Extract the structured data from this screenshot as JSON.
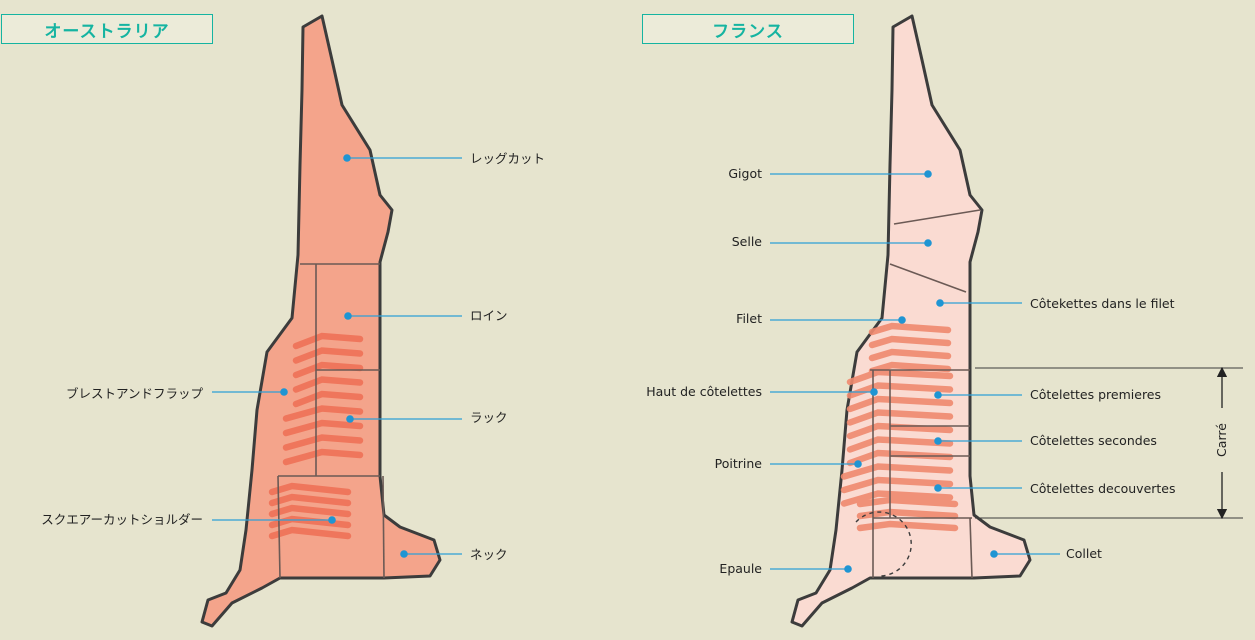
{
  "colors": {
    "background": "#e6e4ce",
    "title_accent": "#15b4a1",
    "carcass_au": "#f4a48b",
    "carcass_fr": "#fadbd2",
    "stripes_au": "#ef7257",
    "stripes_fr": "#f08a6f",
    "leader_line": "#2e9fd6",
    "outline": "#3c3c3c"
  },
  "australia": {
    "title": "オーストラリア",
    "cuts": {
      "leg": "レッグカット",
      "loin": "ロイン",
      "breast": "ブレストアンドフラップ",
      "rack": "ラック",
      "shoulder": "スクエアーカットショルダー",
      "neck": "ネック"
    }
  },
  "france": {
    "title": "フランス",
    "cuts": {
      "gigot": "Gigot",
      "selle": "Selle",
      "filet": "Filet",
      "cotekettes": "Côtekettes dans le filet",
      "haut": "Haut de côtelettes",
      "premieres": "Côtelettes premieres",
      "secondes": "Côtelettes secondes",
      "poitrine": "Poitrine",
      "decouvertes": "Côtelettes decouvertes",
      "epaule": "Epaule",
      "collet": "Collet"
    },
    "bracket_label": "Carré"
  }
}
